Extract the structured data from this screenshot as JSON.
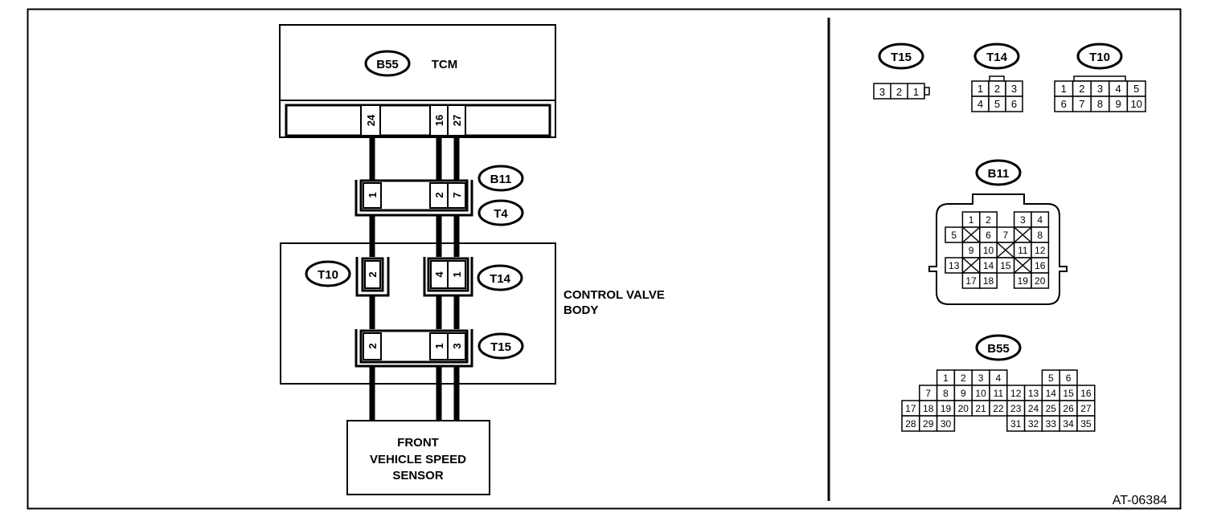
{
  "schematic": {
    "tcm": {
      "label": "TCM",
      "connector": "B55",
      "pins": [
        "24",
        "16",
        "27"
      ]
    },
    "b11_t4": {
      "connectors": [
        "B11",
        "T4"
      ],
      "pins": [
        "1",
        "2",
        "7"
      ]
    },
    "control_valve_body": {
      "label_line1": "CONTROL VALVE",
      "label_line2": "BODY"
    },
    "t10": {
      "connector": "T10",
      "pin": "2"
    },
    "t14": {
      "connector": "T14",
      "pins": [
        "4",
        "1"
      ]
    },
    "t15": {
      "connector": "T15",
      "pins": [
        "2",
        "1",
        "3"
      ]
    },
    "sensor": {
      "line1": "FRONT",
      "line2": "VEHICLE SPEED",
      "line3": "SENSOR"
    }
  },
  "connector_views": {
    "t15": {
      "label": "T15",
      "pins": [
        "3",
        "2",
        "1"
      ]
    },
    "t14": {
      "label": "T14",
      "rows": [
        [
          "1",
          "2",
          "3"
        ],
        [
          "4",
          "5",
          "6"
        ]
      ]
    },
    "t10": {
      "label": "T10",
      "rows": [
        [
          "1",
          "2",
          "3",
          "4",
          "5"
        ],
        [
          "6",
          "7",
          "8",
          "9",
          "10"
        ]
      ]
    },
    "b11": {
      "label": "B11",
      "rows": [
        [
          "1",
          "2",
          "",
          "3",
          "4"
        ],
        [
          "5",
          "X",
          "6",
          "7",
          "X",
          "8"
        ],
        [
          "9",
          "10",
          "X",
          "11",
          "12"
        ],
        [
          "13",
          "X",
          "14",
          "15",
          "X",
          "16"
        ],
        [
          "17",
          "18",
          "",
          "19",
          "20"
        ]
      ]
    },
    "b55": {
      "label": "B55",
      "rows": [
        [
          "",
          "1",
          "2",
          "3",
          "4",
          "",
          "5",
          "6"
        ],
        [
          "",
          "7",
          "8",
          "9",
          "10",
          "11",
          "12",
          "13",
          "14",
          "15",
          "16"
        ],
        [
          "17",
          "18",
          "19",
          "20",
          "21",
          "22",
          "23",
          "24",
          "25",
          "26",
          "27"
        ],
        [
          "28",
          "29",
          "30",
          "",
          "",
          "",
          "31",
          "32",
          "33",
          "34",
          "35"
        ]
      ]
    }
  },
  "figure_id": "AT-06384"
}
